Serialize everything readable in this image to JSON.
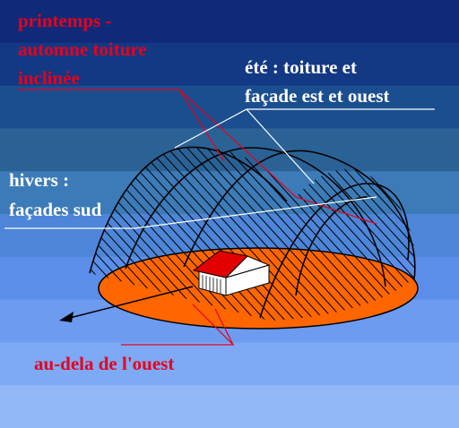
{
  "labels": {
    "spring_autumn": [
      "printemps -",
      "automne toiture",
      "inclinée"
    ],
    "summer": [
      "été : toiture et",
      "façade  est et ouest"
    ],
    "winter": [
      "hivers :",
      "façades sud"
    ],
    "west": "au-dela de l'ouest"
  },
  "colors": {
    "label_red": "#e8001c",
    "label_white": "#ffffff",
    "ground": "#ff6600",
    "roof": "#e00000",
    "bands": [
      "#0f2a78",
      "#133884",
      "#1b4e8f",
      "#2a6296",
      "#3c7bb8",
      "#4d85d8",
      "#5b8ee8",
      "#6c9bf0",
      "#7ea9f4",
      "#92b8f7"
    ]
  }
}
